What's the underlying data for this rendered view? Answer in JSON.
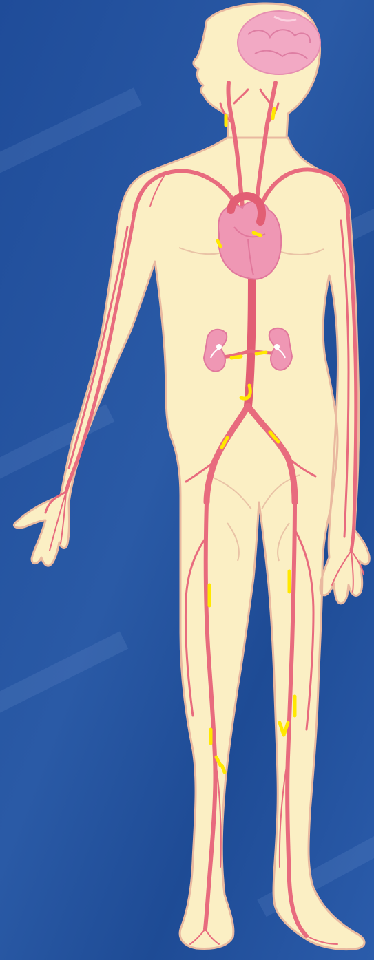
{
  "figure": {
    "subject": "human-arterial-system",
    "view": "front",
    "labels": []
  },
  "colors": {
    "background": "#1d4b97",
    "background_light": "#2a5ba8",
    "skin": "#fbefc4",
    "skin_outline": "#e9b9a0",
    "artery": "#e86b7e",
    "artery_dark": "#d85067",
    "organ": "#ef97b4",
    "organ_dark": "#e1789c",
    "brain": "#f2a9c4",
    "highlight": "#ffe800"
  },
  "organs": [
    {
      "name": "brain"
    },
    {
      "name": "heart"
    },
    {
      "name": "left-kidney"
    },
    {
      "name": "right-kidney"
    }
  ]
}
